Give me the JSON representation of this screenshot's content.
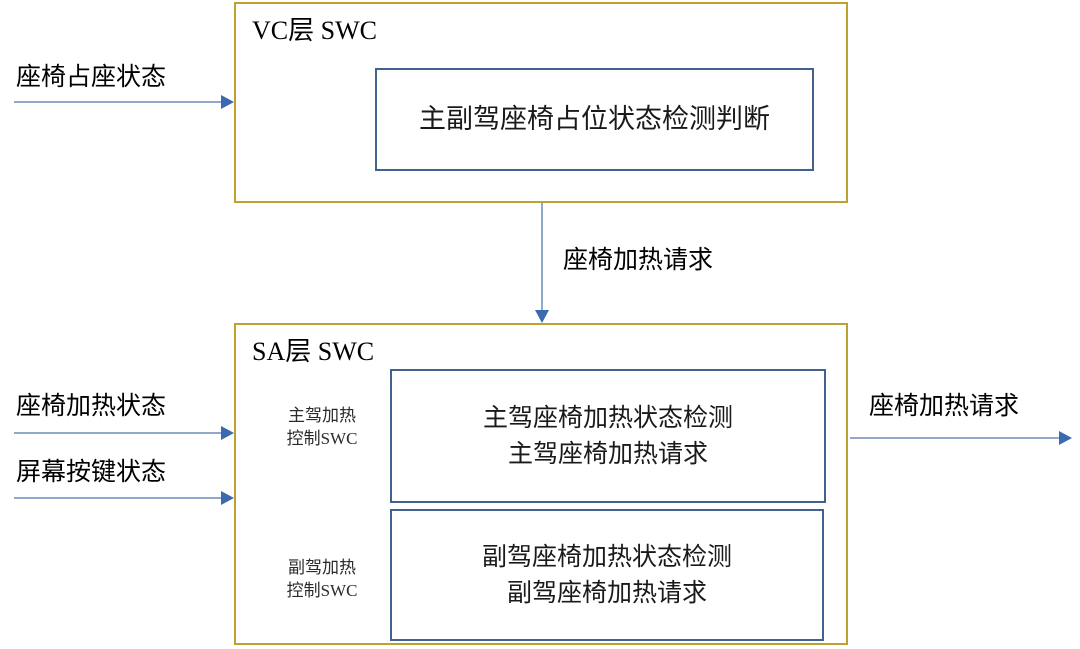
{
  "diagram": {
    "title_vc": "VC层 SWC",
    "title_sa": "SA层 SWC",
    "colors": {
      "outer_border": "#bfa22e",
      "inner_border": "#41628c",
      "arrow_line": "#8fa8cc",
      "arrow_head": "#3b6ab0",
      "background": "#ffffff",
      "text": "#000000"
    }
  },
  "vc_layer": {
    "label": "VC层 SWC",
    "function_block": {
      "lines": [
        "主副驾座椅占位状态检测判断"
      ]
    }
  },
  "sa_layer": {
    "label": "SA层 SWC",
    "components": [
      {
        "swc_label_line1": "主驾加热",
        "swc_label_line2": "控制SWC",
        "function_lines": [
          "主驾座椅加热状态检测",
          "主驾座椅加热请求"
        ]
      },
      {
        "swc_label_line1": "副驾加热",
        "swc_label_line2": "控制SWC",
        "function_lines": [
          "副驾座椅加热状态检测",
          "副驾座椅加热请求"
        ]
      }
    ]
  },
  "signals": {
    "seat_occupancy_status": "座椅占座状态",
    "seat_heating_status": "座椅加热状态",
    "screen_key_status": "屏幕按键状态",
    "seat_heating_request_internal": "座椅加热请求",
    "seat_heating_request_output": "座椅加热请求"
  }
}
